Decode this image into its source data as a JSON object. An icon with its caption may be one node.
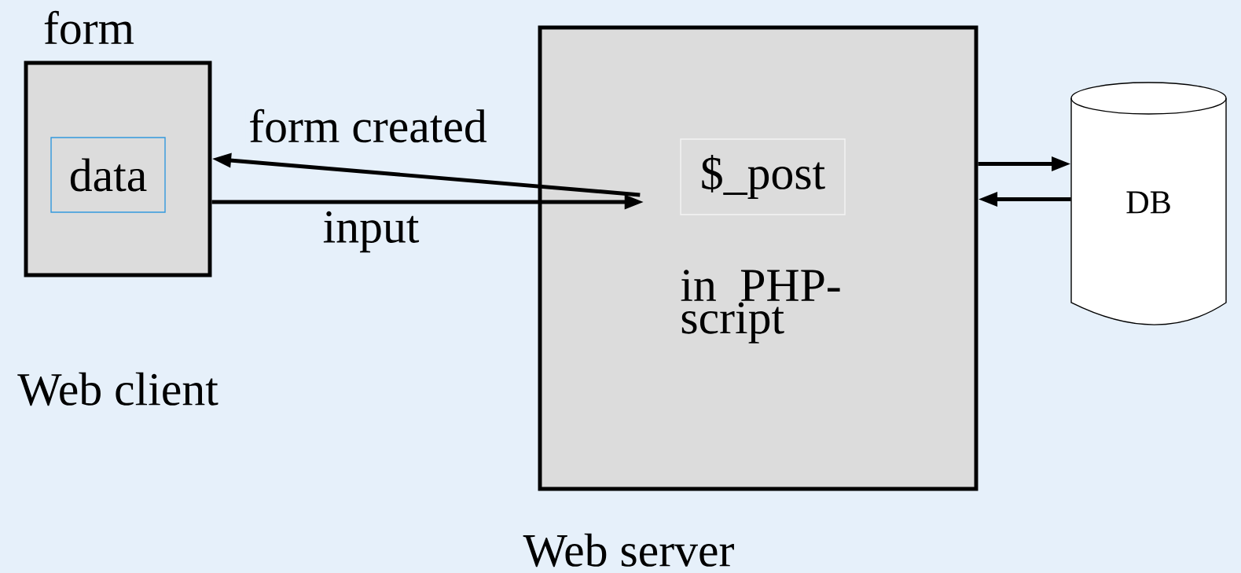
{
  "diagram": {
    "nodes": [
      {
        "text": [
          "form"
        ],
        "beside": [
          "Web client"
        ]
      },
      {
        "text": [
          "data"
        ],
        "in": 0
      },
      {
        "text": [
          "in PHP-script"
        ],
        "beside": [
          "Web server"
        ]
      },
      {
        "text": [
          "$_post"
        ],
        "in": 2
      },
      {
        "text": [
          "DB"
        ]
      }
    ],
    "edges": [
      {
        "from": 3,
        "to": 0,
        "arrow": "to",
        "label": "form created"
      },
      {
        "from": 0,
        "to": 3,
        "arrow": "to",
        "label": "input"
      },
      {
        "from": 2,
        "to": 4,
        "arrow": "to"
      },
      {
        "from": 4,
        "to": 2,
        "arrow": "to"
      }
    ]
  }
}
